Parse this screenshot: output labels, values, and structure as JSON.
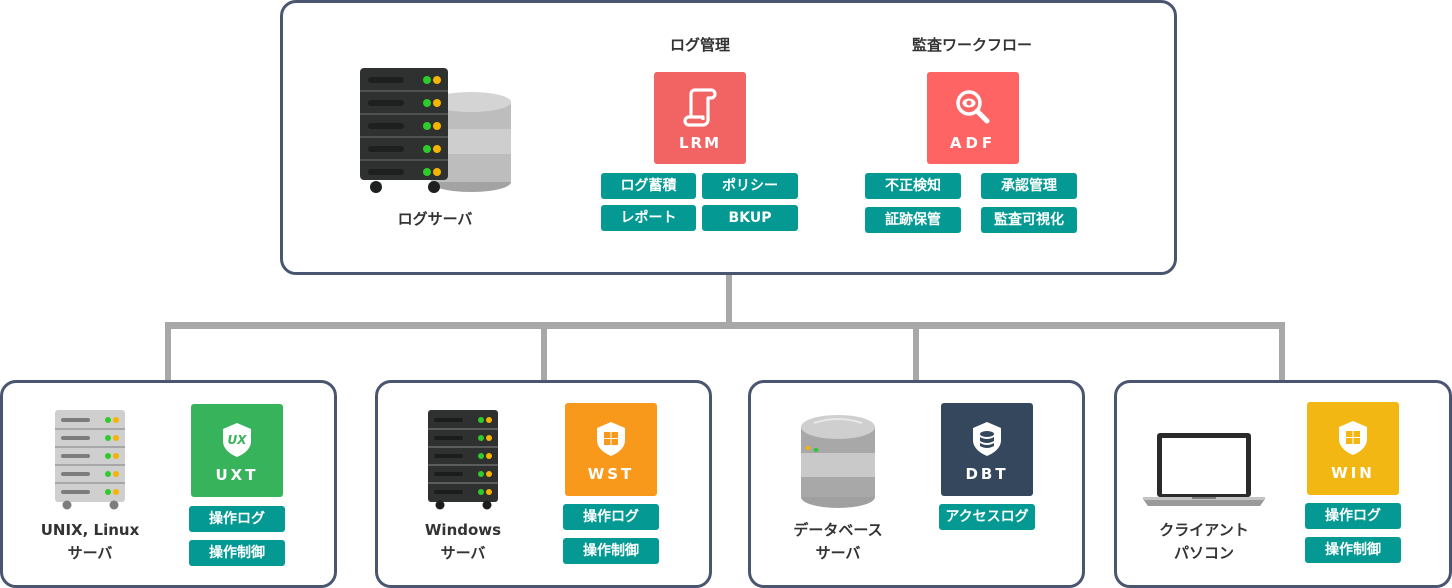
{
  "top": {
    "server": {
      "label": "ログサーバ",
      "icon": "server-with-database-icon"
    },
    "lrm": {
      "title": "ログ管理",
      "product": "LRM",
      "icon": "scroll-icon",
      "color": "#f26363",
      "tags": [
        "ログ蓄積",
        "ポリシー",
        "レポート",
        "BKUP"
      ]
    },
    "adf": {
      "title": "監査ワークフロー",
      "product": "ADF",
      "icon": "eye-magnifier-icon",
      "color": "#fe6464",
      "tags": [
        "不正検知",
        "承認管理",
        "証跡保管",
        "監査可視化"
      ]
    }
  },
  "nodes": [
    {
      "label_lines": [
        "UNIX, Linux",
        "サーバ"
      ],
      "icon": "light-server-rack-icon",
      "product": "UXT",
      "product_icon": "ux-shield-icon",
      "color": "#37b35b",
      "tags": [
        "操作ログ",
        "操作制御"
      ]
    },
    {
      "label_lines": [
        "Windows",
        "サーバ"
      ],
      "icon": "dark-server-rack-icon",
      "product": "WST",
      "product_icon": "windows-shield-icon",
      "color": "#f8991c",
      "tags": [
        "操作ログ",
        "操作制御"
      ]
    },
    {
      "label_lines": [
        "データベース",
        "サーバ"
      ],
      "icon": "database-cylinder-icon",
      "product": "DBT",
      "product_icon": "database-shield-icon",
      "color": "#34475c",
      "tags": [
        "アクセスログ"
      ]
    },
    {
      "label_lines": [
        "クライアント",
        "パソコン"
      ],
      "icon": "laptop-icon",
      "product": "WIN",
      "product_icon": "windows-shield-icon",
      "color": "#f2b712",
      "tags": [
        "操作ログ",
        "操作制御"
      ]
    }
  ],
  "colors": {
    "border": "#4a5670",
    "connector": "#a8a8a8",
    "tag": "#049a93"
  }
}
